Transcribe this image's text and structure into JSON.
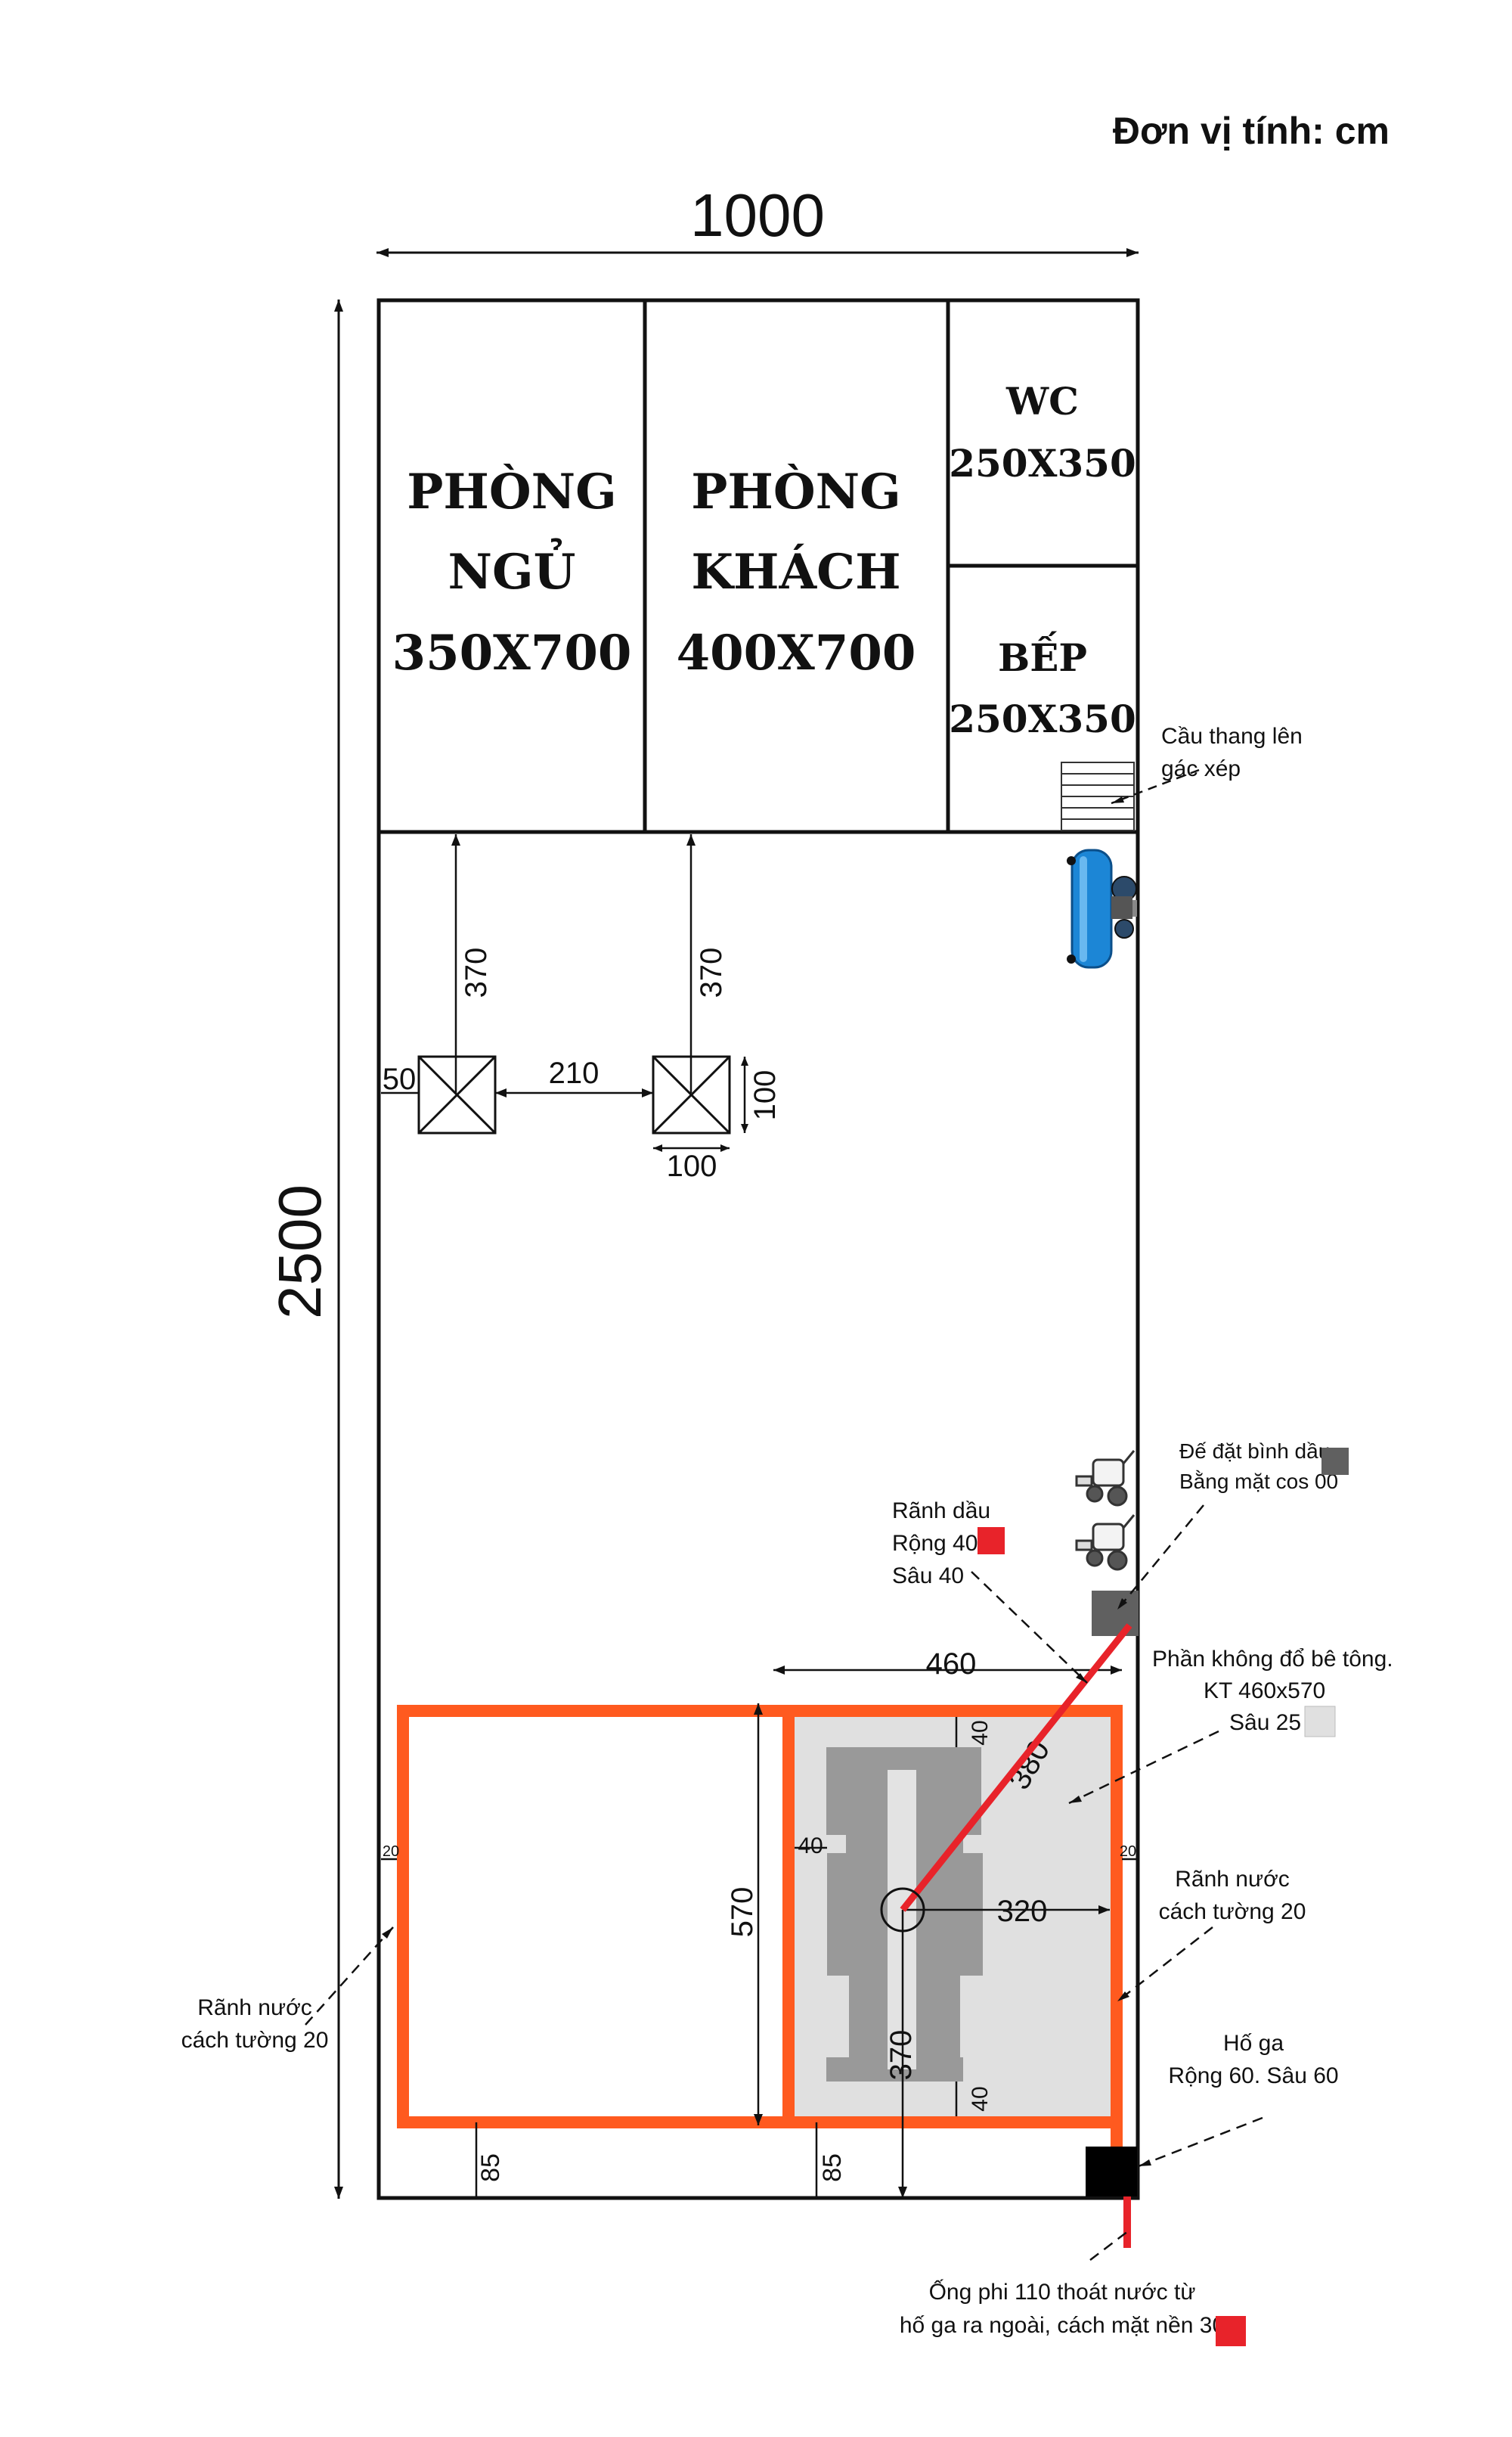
{
  "unit_label": "Đơn vị tính: cm",
  "dimensions": {
    "width_total": "1000",
    "height_total": "2500",
    "col1_offset_top": "370",
    "col2_offset_top": "370",
    "col1_offset_left": "50",
    "col_spacing": "210",
    "col_width": "100",
    "col_height": "100",
    "pit_width": "460",
    "pit_height": "570",
    "pit_top_margin": "40",
    "pit_bottom_margin": "40",
    "pit_left_margin": "40",
    "center_to_right": "320",
    "center_to_bottom": "370",
    "pipe_length": "380",
    "drain_left_gap": "20",
    "drain_right_gap": "20",
    "bottom_left_85": "85",
    "bottom_mid_85": "85"
  },
  "rooms": [
    {
      "name_line1": "PHÒNG",
      "name_line2": "NGỦ",
      "size": "350X700"
    },
    {
      "name_line1": "PHÒNG",
      "name_line2": "KHÁCH",
      "size": "400X700"
    },
    {
      "name": "WC",
      "size": "250X350"
    },
    {
      "name": "BẾP",
      "size": "250X350"
    }
  ],
  "annotations": {
    "stairs": [
      "Cầu thang lên",
      "gác xép"
    ],
    "oil_base": [
      "Đế đặt bình dầu",
      "Bằng mặt cos 00"
    ],
    "oil_trench": [
      "Rãnh dầu",
      "Rộng 40",
      "Sâu 40"
    ],
    "no_concrete": [
      "Phần không đổ bê tông.",
      "KT 460x570",
      "Sâu 25"
    ],
    "drain_right": [
      "Rãnh nước",
      "cách tường 20"
    ],
    "drain_left": [
      "Rãnh nước",
      "cách tường 20"
    ],
    "manhole": [
      "Hố ga",
      "Rộng 60. Sâu 60"
    ],
    "pipe": [
      "Ống phi 110 thoát nước từ",
      "hố ga ra ngoài, cách mặt nền 30"
    ]
  },
  "colors": {
    "drain_orange": "#ff5a1f",
    "oil_red": "#e8232a",
    "pit_fill": "#e0e0e0",
    "lift_gray": "#999999",
    "oil_base_gray": "#606060",
    "manhole_black": "#000000",
    "compressor_blue": "#1c86d6"
  }
}
